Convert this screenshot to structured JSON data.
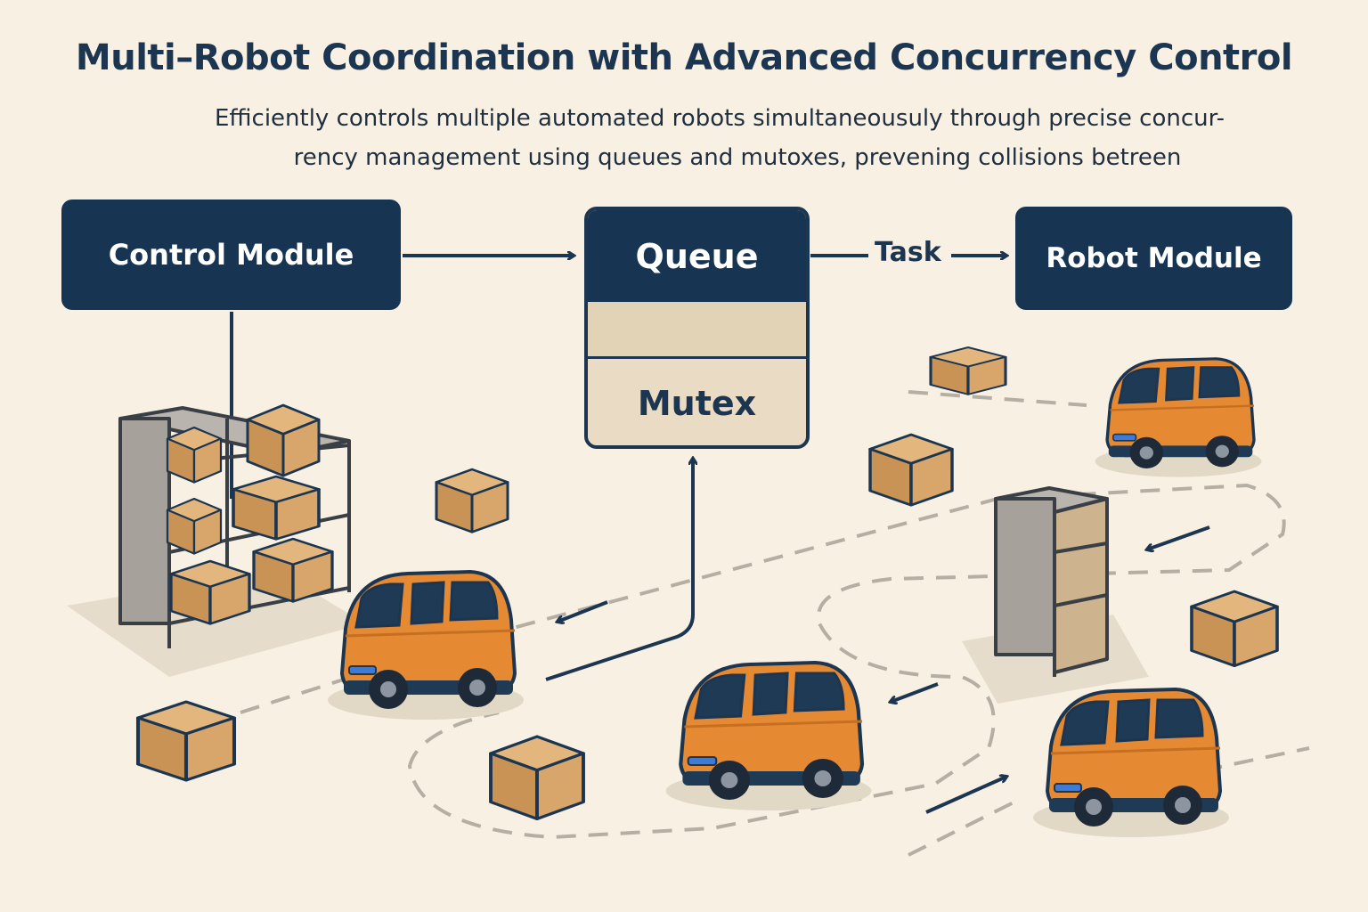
{
  "header": {
    "title": "Multi–Robot Coordination with Advanced Concurrency Control",
    "subtitle_line1": "Efficiently controls multiple automated robots simultaneousuly through precise concur-",
    "subtitle_line2": "rency management using queues and mutoxes, prevening collisions betreen"
  },
  "diagram": {
    "control_module": "Control Module",
    "queue": "Queue",
    "mutex": "Mutex",
    "task_label": "Task",
    "robot_module": "Robot Module"
  },
  "colors": {
    "background": "#f8f1e3",
    "navy": "#173452",
    "robot_orange": "#e58a33",
    "box_tan": "#d4a46b",
    "shelf_gray": "#a6a19a"
  },
  "icons": [
    "shelf-icon",
    "cardboard-box-icon",
    "robot-vehicle-icon",
    "arrow-icon"
  ]
}
